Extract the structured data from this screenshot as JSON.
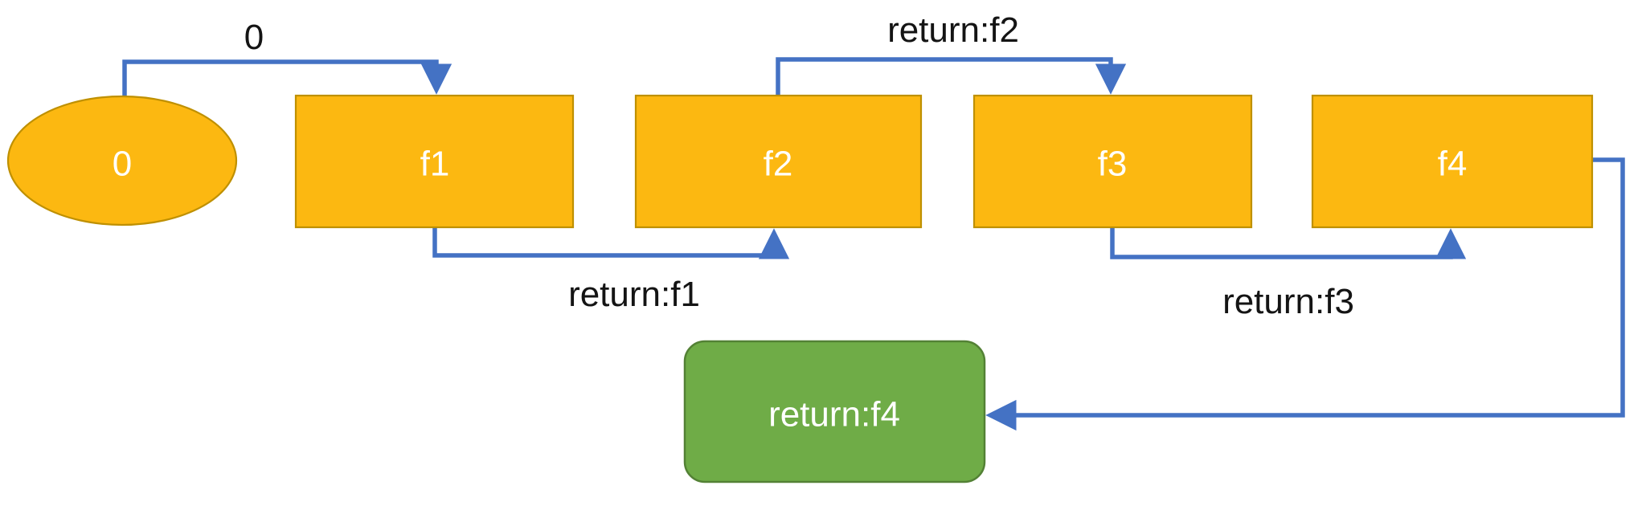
{
  "diagram": {
    "type": "flowchart-call-sequence",
    "colors": {
      "node_fill": "#FCB811",
      "node_border": "#BF9000",
      "result_fill": "#6FAC47",
      "result_border": "#538135",
      "connector": "#4472C4",
      "node_text": "#FFFFFF",
      "edge_text": "#141414",
      "background": "#FFFFFF"
    },
    "nodes": [
      {
        "id": "start",
        "label": "0",
        "shape": "ellipse"
      },
      {
        "id": "f1",
        "label": "f1",
        "shape": "rect"
      },
      {
        "id": "f2",
        "label": "f2",
        "shape": "rect"
      },
      {
        "id": "f3",
        "label": "f3",
        "shape": "rect"
      },
      {
        "id": "f4",
        "label": "f4",
        "shape": "rect"
      },
      {
        "id": "return-f4",
        "label": "return:f4",
        "shape": "rounded-rect"
      }
    ],
    "edges": [
      {
        "from": "start",
        "to": "f1",
        "label": "0"
      },
      {
        "from": "f1",
        "to": "f2",
        "label": "return:f1"
      },
      {
        "from": "f2",
        "to": "f3",
        "label": "return:f2"
      },
      {
        "from": "f3",
        "to": "f4",
        "label": "return:f3"
      },
      {
        "from": "f4",
        "to": "return-f4",
        "label": ""
      }
    ]
  }
}
